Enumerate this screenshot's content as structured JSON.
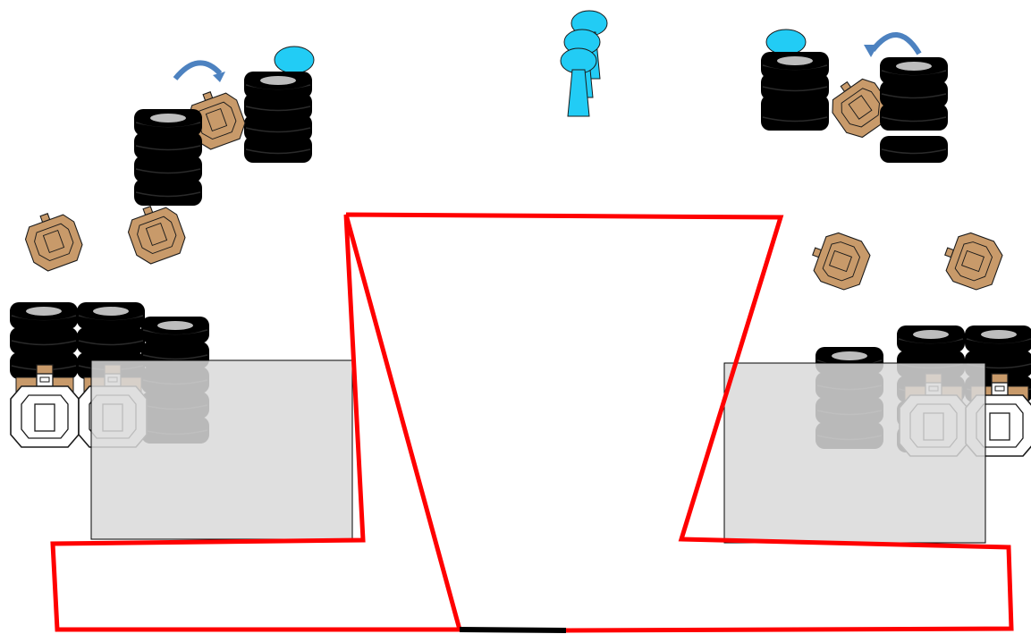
{
  "diagram": {
    "kind": "shooting-stage-layout",
    "background": "#ffffff",
    "colors": {
      "fault_line": "#ff0000",
      "start_line": "#000000",
      "barrel": "#000000",
      "barrel_top": "#bdbdbd",
      "cardboard_target": "#c89a6a",
      "cardboard_outline": "#1a1a1a",
      "no_shoot_target": "#ffffff",
      "steel_popper": "#22ccf5",
      "swinger_arrow": "#4d82c0",
      "vision_barrier": "#d9d9d9",
      "vision_barrier_opacity": "0.85"
    },
    "elements": {
      "poppers": 3,
      "swinging_targets": 2,
      "cardboard_targets": 10,
      "no_shoot_targets": 4,
      "vision_barriers": 2
    }
  }
}
